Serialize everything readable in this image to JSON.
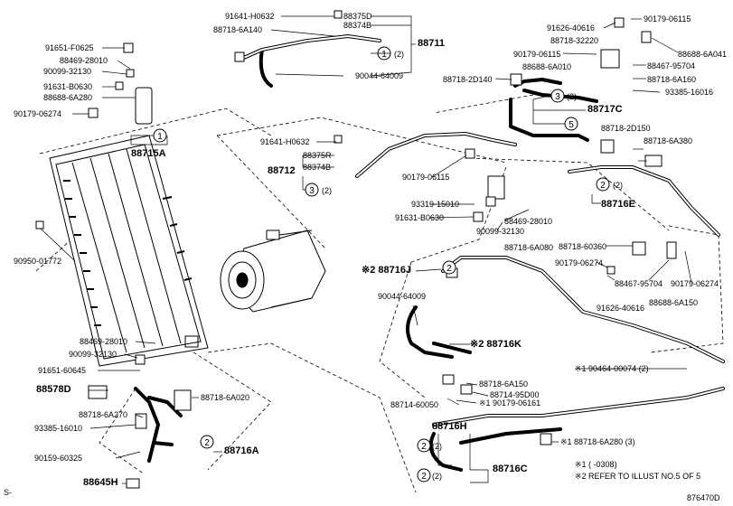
{
  "labels": {
    "p91641_h0632_a": "91641-H0632",
    "p88718_6a140": "88718-6A140",
    "p88375d": "88375D",
    "p88374b": "88374B",
    "p88711": "88711",
    "p90044_64009_a": "90044-64009",
    "c1_qty": "(2)",
    "p91651_f0625": "91651-F0625",
    "p88469_28010_a": "88469-28010",
    "p90099_32130_a": "90099-32130",
    "p91631_b0630_a": "91631-B0630",
    "p88688_6a280": "88688-6A280",
    "p90179_06274_a": "90179-06274",
    "p88715a": "88715A",
    "p91626_40616_a": "91626-40616",
    "p90179_06115_a": "90179-06115",
    "p88718_32220": "88718-32220",
    "p88688_6a041": "88688-6A041",
    "p90179_06115_b": "90179-06115",
    "p88688_6a010": "88688-6A010",
    "p88467_95704": "88467-95704",
    "p88718_2d140": "88718-2D140",
    "p88718_6a160": "88718-6A160",
    "p93385_16016": "93385-16016",
    "c3_qty_a": "(2)",
    "p88717c": "88717C",
    "p91641_h0632_b": "91641-H0632",
    "p88375r": "88375R",
    "p88374b_b": "88374B",
    "p88712": "88712",
    "c3_qty_b": "(2)",
    "p90179_06115_c": "90179-06115",
    "p88718_2d150": "88718-2D150",
    "p88718_6a380": "88718-6A380",
    "c2_qty_a": "(2)",
    "p88716e": "88716E",
    "p93319_15010": "93319-15010",
    "p91631_b0630_b": "91631-B0630",
    "p88469_28010_b": "88469-28010",
    "p90099_32130_b": "90099-32130",
    "p88718_6a080": "88718-6A080",
    "p88718_60360": "88718-60360",
    "p90950_01772": "90950-01772",
    "p88716j": "※2 88716J",
    "p90179_06274_b": "90179-06274",
    "p88467_95704_b": "88467-95704",
    "p90179_06274_c": "90179-06274",
    "p88688_6a150": "88688-6A150",
    "p91626_40616_b": "91626-40616",
    "p90044_64009_b": "90044-64009",
    "p88716k": "※2 88716K",
    "p88469_28010_c": "88469-28010",
    "p90099_32130_c": "90099-32130",
    "p91651_60645": "91651-60645",
    "p88578d": "88578D",
    "p88718_6a020": "88718-6A020",
    "p88718_6a270": "88718-6A270",
    "p93385_16010": "93385-16010",
    "p90159_60325": "90159-60325",
    "p88716a": "88716A",
    "p88645h": "88645H",
    "p88718_6a150": "88718-6A150",
    "p88714_95d00": "88714-95D00",
    "p88714_60050": "88714-60050",
    "p90179_06161": "※1 90179-06161",
    "p90464_00074": "※1 90464-00074 (2)",
    "p88716h": "88716H",
    "c2_qty_b": "(2)",
    "p88718_6a280": "※1 88718-6A280 (3)",
    "p88716c": "88716C",
    "c2_qty_c": "(2)",
    "note1": "※1 (        -0308)",
    "note2": "※2 REFER TO ILLUST NO.5 OF 5",
    "mark_s": "S-",
    "illust_id": "876470D"
  },
  "callouts": {
    "one": "1",
    "two": "2",
    "three": "3",
    "five": "5"
  }
}
